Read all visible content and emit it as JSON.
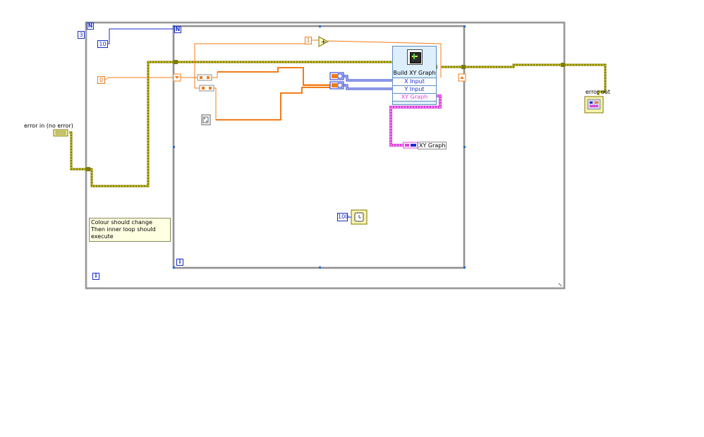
{
  "outer_loop": {
    "count_terminal": "N",
    "iteration_terminal": "i",
    "count_constant": "3"
  },
  "inner_loop": {
    "count_terminal": "N",
    "iteration_terminal": "i",
    "count_constant": "10",
    "initial_value": "0",
    "increment_constant": "1"
  },
  "error_in": {
    "label": "error in (no error)"
  },
  "error_out": {
    "label": "error out"
  },
  "build_xy_graph": {
    "title": "Build XY Graph",
    "inputs": [
      "X Input",
      "Y Input",
      "XY Graph"
    ]
  },
  "xy_graph_indicator": {
    "label": "XY Graph"
  },
  "wait": {
    "constant": "100"
  },
  "comment": {
    "line1": "Colour should change",
    "line2": "Then inner loop should execute"
  },
  "colors": {
    "orange_wire": "#f07c1a",
    "error_wire": "#807a00",
    "blue_wire": "#1a2ecc",
    "pink_wire": "#e040e0",
    "frame_gray": "#8c8c8c"
  }
}
